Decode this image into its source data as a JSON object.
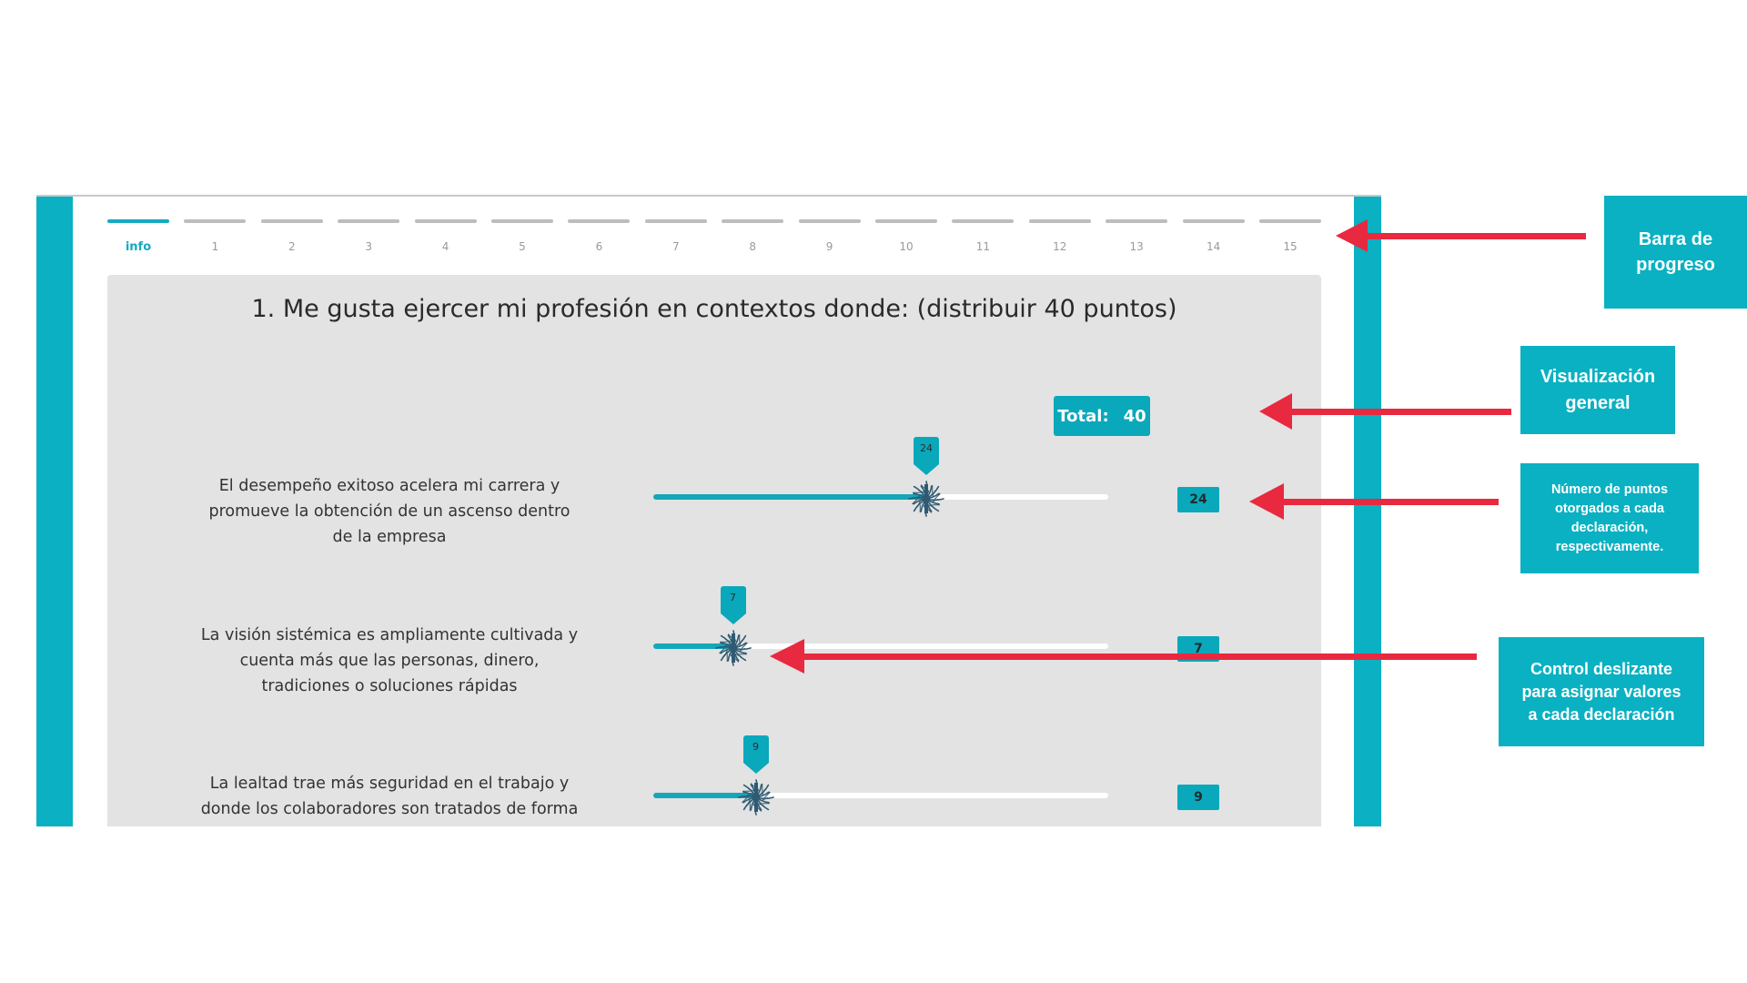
{
  "progress": {
    "active": "info",
    "steps": [
      "info",
      "1",
      "2",
      "3",
      "4",
      "5",
      "6",
      "7",
      "8",
      "9",
      "10",
      "11",
      "12",
      "13",
      "14",
      "15"
    ]
  },
  "question": {
    "title": "1. Me gusta ejercer mi profesión en contextos donde: (distribuir 40 puntos)",
    "total_label": "Total:",
    "total_value": "40"
  },
  "statements": [
    {
      "text": "El desempeño exitoso acelera mi carrera y promueve la obtención de un ascenso dentro de la empresa",
      "value": 24,
      "display": "24"
    },
    {
      "text": "La visión sistémica es ampliamente cultivada y cuenta más que las personas, dinero, tradiciones o soluciones rápidas",
      "value": 7,
      "display": "7"
    },
    {
      "text": "La lealtad trae más seguridad en el trabajo y donde los colaboradores son tratados de forma justa",
      "value": 9,
      "display": "9"
    }
  ],
  "slider_max": 40,
  "annotations": {
    "progress": "Barra de progreso",
    "overview": "Visualización general",
    "points": "Número de puntos otorgados a cada declaración, respectivamente.",
    "slider": "Control deslizante para asignar valores a cada declaración"
  },
  "colors": {
    "teal": "#0ab1c2",
    "arrow": "#e8293f",
    "panel": "#e3e3e3"
  },
  "icons": {
    "thumb": "tree-roots-icon"
  }
}
